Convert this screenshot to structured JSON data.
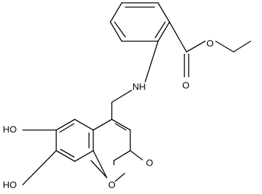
{
  "molecule": {
    "atom_labels": {
      "ester_O_double": "O",
      "ester_O_single": "O",
      "amine_NH": "NH",
      "hydroxyl_6": "HO",
      "hydroxyl_7": "HO",
      "ring_O": "O",
      "lactone_O": "O"
    },
    "bond_color": "#000000",
    "background_color": "#ffffff"
  }
}
